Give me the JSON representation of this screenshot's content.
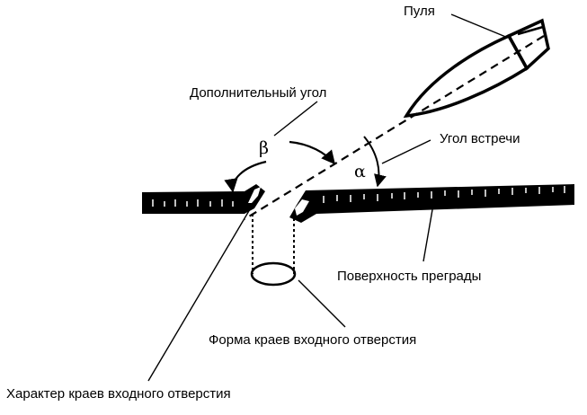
{
  "labels": {
    "bullet": "Пуля",
    "additional_angle": "Дополнительный угол",
    "meeting_angle": "Угол встречи",
    "obstacle_surface": "Поверхность преграды",
    "hole_edge_shape": "Форма краев входного отверстия",
    "hole_edge_character": "Характер краев входного отверстия"
  },
  "symbols": {
    "beta": "β",
    "alpha": "α"
  }
}
